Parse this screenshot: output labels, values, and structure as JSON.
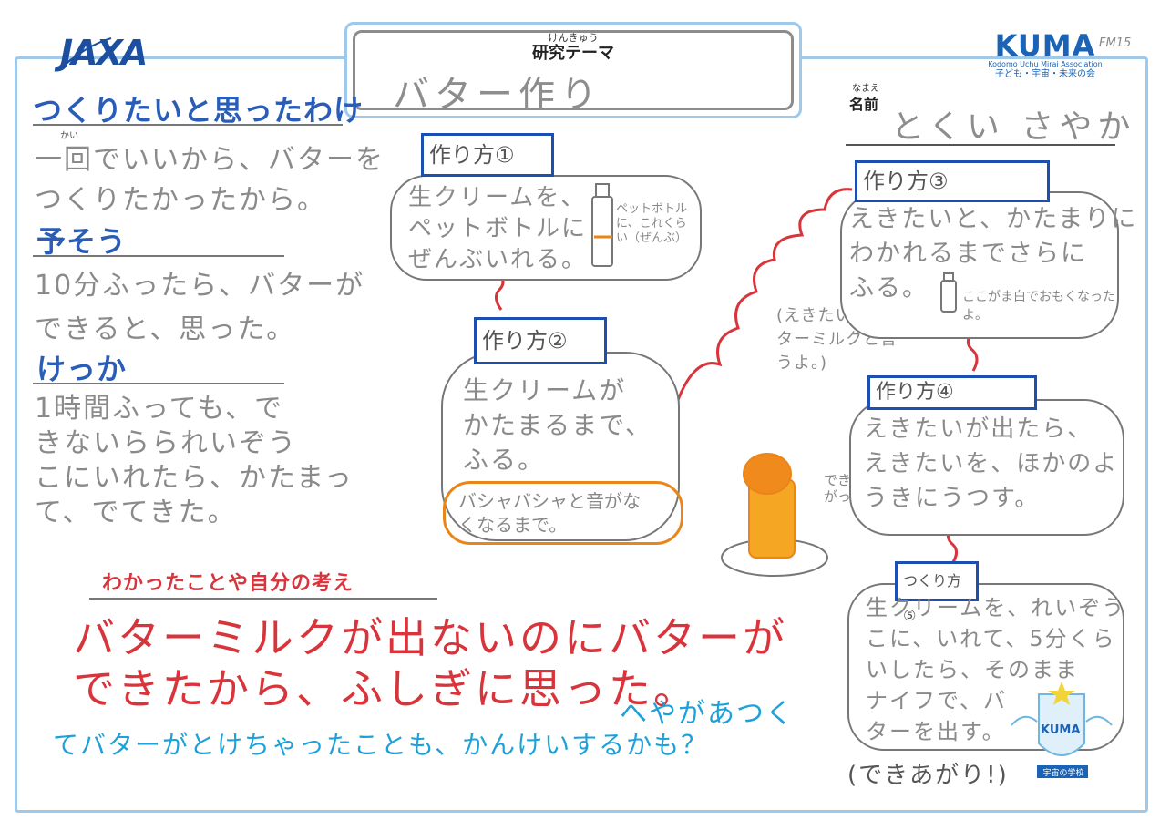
{
  "header": {
    "jaxa_logo": "JAXA",
    "theme_ruby": "けんきゅう",
    "theme_label": "研究テーマ",
    "theme_value": "バター作り",
    "kuma_title": "KUMA",
    "kuma_sub_en": "Kodomo Uchu Mirai Association",
    "kuma_sub_jp": "子ども・宇宙・未来の会",
    "corner_note": "FM15",
    "name_ruby": "なまえ",
    "name_label": "名前",
    "name_value": "とくい さやか"
  },
  "left": {
    "reason": {
      "head": "つくりたいと思ったわけ",
      "ruby": "かい",
      "line1": "一回でいいから、バターを",
      "line2": "つくりたかったから。"
    },
    "prediction": {
      "head": "予そう",
      "line1": "10分ふったら、バターが",
      "line2": "できると、思った。"
    },
    "result": {
      "head": "けっか",
      "line1": "1時間ふっても、で",
      "line2": "きないらられいぞう",
      "line3": "こにいれたら、かたまっ",
      "line4": "て、でてきた。"
    }
  },
  "steps": [
    {
      "title": "作り方①",
      "line1": "生クリームを、",
      "line2": "ペットボトルに",
      "line3": "ぜんぶいれる。",
      "note": "ペットボトルに、これくらい（ぜんぶ）"
    },
    {
      "title": "作り方②",
      "line1": "生クリームが",
      "line2": "かたまるまで、",
      "line3": "ふる。",
      "note_line1": "バシャバシャと音がな",
      "note_line2": "くなるまで。"
    },
    {
      "title": "作り方③",
      "line1": "えきたいと、かたまりに",
      "line2": "わかれるまでさらに",
      "line3": "ふる。",
      "note": "ここがま白でおもくなったよ。"
    },
    {
      "title": "作り方④",
      "line1": "えきたいが出たら、",
      "line2": "えきたいを、ほかのよ",
      "line3": "うきにうつす。"
    },
    {
      "title": "つくり方⑤",
      "line1": "生クリームを、れいぞう",
      "line2": "こに、いれて、5分くら",
      "line3": "いしたら、そのまま",
      "line4": "ナイフで、バ",
      "line5": "ターを出す。",
      "finish": "(できあがり!)"
    }
  ],
  "middle_note": {
    "line1": "(えきたいは、バ",
    "line2": "ターミルクと言",
    "line3": "うよ。)"
  },
  "butter_note": {
    "line1": "できあ",
    "line2": "がったよ!"
  },
  "findings": {
    "head": "わかったことや自分の考え",
    "line1": "バターミルクが出ないのにバターが",
    "line2": "できたから、ふしぎに思った。",
    "line3_end": "へやがあつく",
    "line4": "てバターがとけちゃったことも、かんけいするかも？"
  },
  "badge": {
    "label": "KUMA",
    "caption": "宇宙の学校"
  },
  "colors": {
    "blue": "#2a5db8",
    "red": "#d8343b",
    "orange": "#e8861a",
    "cyan": "#1ea0d8",
    "frame": "#9ec9ea"
  }
}
